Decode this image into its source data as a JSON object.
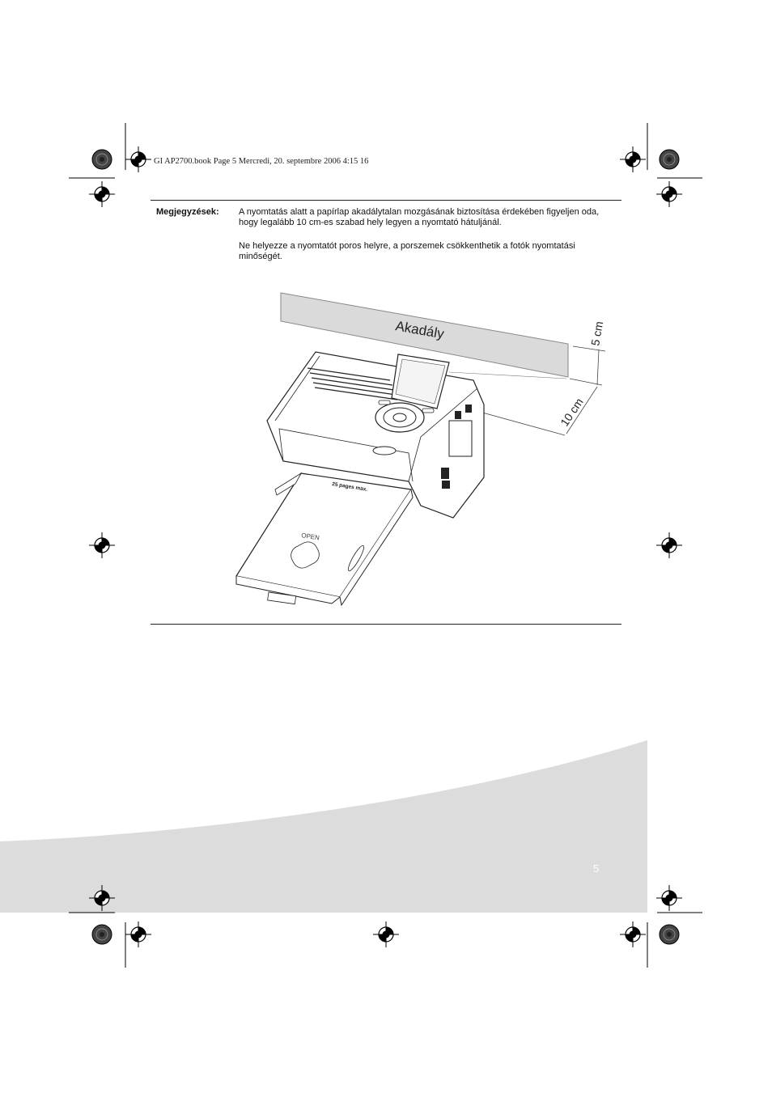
{
  "header": {
    "print_slug": "GI AP2700.book  Page 5  Mercredi, 20. septembre 2006  4:15 16"
  },
  "notes": {
    "label": "Megjegyzések:",
    "paragraph_1": "A nyomtatás alatt a papírlap akadálytalan mozgásának biztosítása érdekében figyeljen oda, hogy legalább 10 cm-es szabad hely legyen a nyomtató hátuljánál.",
    "paragraph_2": "Ne helyezze a nyomtatót poros helyre, a porszemek csökkenthetik a fotók nyomtatási minőségét."
  },
  "figure": {
    "obstacle_label": "Akadály",
    "gap_top_label": "5 cm",
    "gap_back_label": "10 cm",
    "tray_capacity_text": "25  pages  max.",
    "tray_open_text": "OPEN"
  },
  "footer": {
    "page_number": "5",
    "band_color": "#dcdcdc"
  }
}
